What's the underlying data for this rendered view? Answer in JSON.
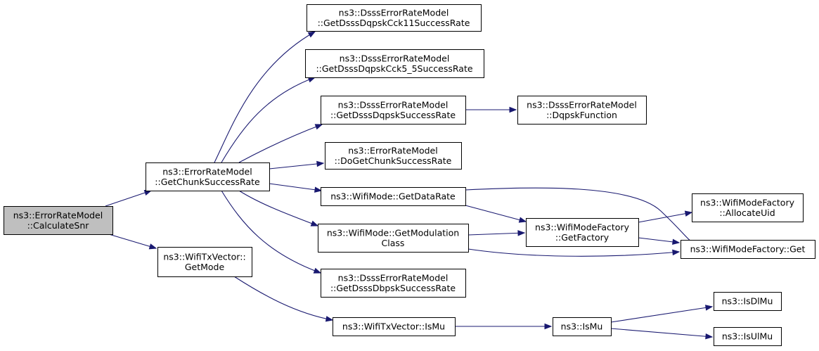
{
  "colors": {
    "node_fill": "#ffffff",
    "node_highlight_fill": "#bfbfbf",
    "node_stroke": "#000000",
    "edge": "#191970"
  },
  "nodes": [
    {
      "id": "calcsnr",
      "lines": [
        "ns3::ErrorRateModel",
        "::CalculateSnr"
      ],
      "highlight": true
    },
    {
      "id": "getchunk",
      "lines": [
        "ns3::ErrorRateModel",
        "::GetChunkSuccessRate"
      ]
    },
    {
      "id": "txgetmode",
      "lines": [
        "ns3::WifiTxVector::",
        "GetMode"
      ]
    },
    {
      "id": "cck11",
      "lines": [
        "ns3::DsssErrorRateModel",
        "::GetDsssDqpskCck11SuccessRate"
      ]
    },
    {
      "id": "cck55",
      "lines": [
        "ns3::DsssErrorRateModel",
        "::GetDsssDqpskCck5_5SuccessRate"
      ]
    },
    {
      "id": "dqpsk",
      "lines": [
        "ns3::DsssErrorRateModel",
        "::GetDsssDqpskSuccessRate"
      ]
    },
    {
      "id": "dqpskfn",
      "lines": [
        "ns3::DsssErrorRateModel",
        "::DqpskFunction"
      ]
    },
    {
      "id": "dogetchunk",
      "lines": [
        "ns3::ErrorRateModel",
        "::DoGetChunkSuccessRate"
      ]
    },
    {
      "id": "getdatarate",
      "lines": [
        "ns3::WifiMode::GetDataRate"
      ]
    },
    {
      "id": "getmodclass",
      "lines": [
        "ns3::WifiMode::GetModulation",
        "Class"
      ]
    },
    {
      "id": "dbpsk",
      "lines": [
        "ns3::DsssErrorRateModel",
        "::GetDsssDbpskSuccessRate"
      ]
    },
    {
      "id": "getfactory",
      "lines": [
        "ns3::WifiModeFactory",
        "::GetFactory"
      ]
    },
    {
      "id": "allocuid",
      "lines": [
        "ns3::WifiModeFactory",
        "::AllocateUid"
      ]
    },
    {
      "id": "factoryget",
      "lines": [
        "ns3::WifiModeFactory::Get"
      ]
    },
    {
      "id": "txismu",
      "lines": [
        "ns3::WifiTxVector::IsMu"
      ]
    },
    {
      "id": "ismu",
      "lines": [
        "ns3::IsMu"
      ]
    },
    {
      "id": "isdlmu",
      "lines": [
        "ns3::IsDlMu"
      ]
    },
    {
      "id": "isulmu",
      "lines": [
        "ns3::IsUlMu"
      ]
    }
  ],
  "edges": [
    {
      "from": "calcsnr",
      "to": "getchunk"
    },
    {
      "from": "calcsnr",
      "to": "txgetmode"
    },
    {
      "from": "getchunk",
      "to": "cck11"
    },
    {
      "from": "getchunk",
      "to": "cck55"
    },
    {
      "from": "getchunk",
      "to": "dqpsk"
    },
    {
      "from": "getchunk",
      "to": "dogetchunk"
    },
    {
      "from": "getchunk",
      "to": "getdatarate"
    },
    {
      "from": "getchunk",
      "to": "getmodclass"
    },
    {
      "from": "getchunk",
      "to": "dbpsk"
    },
    {
      "from": "dqpsk",
      "to": "dqpskfn"
    },
    {
      "from": "getdatarate",
      "to": "getfactory"
    },
    {
      "from": "getdatarate",
      "to": "factoryget"
    },
    {
      "from": "getmodclass",
      "to": "getfactory"
    },
    {
      "from": "getmodclass",
      "to": "factoryget"
    },
    {
      "from": "getfactory",
      "to": "allocuid"
    },
    {
      "from": "getfactory",
      "to": "factoryget"
    },
    {
      "from": "txgetmode",
      "to": "txismu"
    },
    {
      "from": "txismu",
      "to": "ismu"
    },
    {
      "from": "ismu",
      "to": "isdlmu"
    },
    {
      "from": "ismu",
      "to": "isulmu"
    }
  ]
}
